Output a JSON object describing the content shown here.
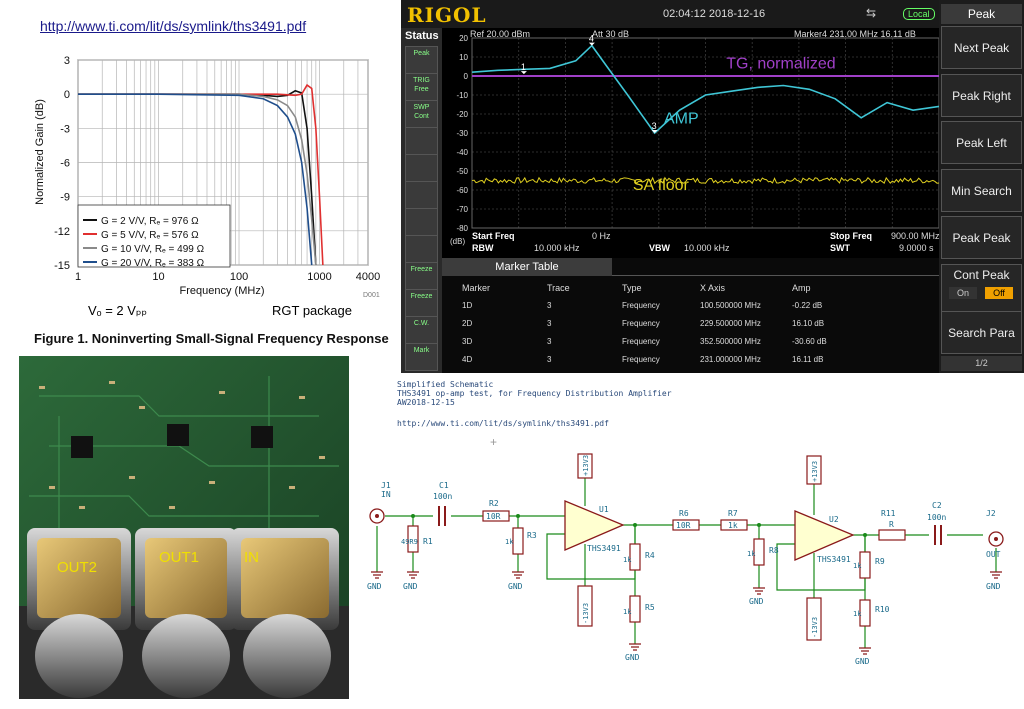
{
  "datasheet": {
    "url": "http://www.ti.com/lit/ds/symlink/ths3491.pdf",
    "ylabel": "Normalized Gain (dB)",
    "xlabel": "Frequency (MHz)",
    "yticks": [
      "3",
      "0",
      "-3",
      "-6",
      "-9",
      "-12",
      "-15"
    ],
    "xticks": [
      "1",
      "10",
      "100",
      "1000",
      "4000"
    ],
    "legend": [
      {
        "label": "G = 2 V/V, Rₑ = 976 Ω",
        "color": "#111111"
      },
      {
        "label": "G = 5 V/V, Rₑ = 576 Ω",
        "color": "#e03030"
      },
      {
        "label": "G = 10 V/V, Rₑ = 499 Ω",
        "color": "#8a8a8a"
      },
      {
        "label": "G = 20 V/V, Rₑ = 383 Ω",
        "color": "#1f4e8c"
      }
    ],
    "vo_text": "Vₒ = 2 Vₚₚ",
    "package_text": "RGT package",
    "fig_id": "D001",
    "caption": "Figure 1. Noninverting Small-Signal Frequency Response"
  },
  "chart_data": {
    "type": "line",
    "title": "",
    "xlabel": "Frequency (MHz)",
    "ylabel": "Normalized Gain (dB)",
    "xscale": "log",
    "xlim": [
      1,
      4000
    ],
    "ylim": [
      -15,
      3
    ],
    "grid": true,
    "legend_position": "bottom-left",
    "series": [
      {
        "name": "G = 2 V/V, RF = 976 Ω",
        "x": [
          1,
          10,
          100,
          200,
          300,
          400,
          500,
          600,
          700,
          800,
          900
        ],
        "y": [
          0,
          0,
          0,
          -0.1,
          -0.2,
          -0.1,
          0.3,
          0.1,
          -3,
          -9,
          -15
        ]
      },
      {
        "name": "G = 5 V/V, RF = 576 Ω",
        "x": [
          1,
          10,
          100,
          300,
          500,
          600,
          700,
          800,
          900,
          1000,
          1100
        ],
        "y": [
          0,
          0,
          0,
          0,
          -0.1,
          0,
          0.8,
          0.5,
          -3,
          -9,
          -15
        ]
      },
      {
        "name": "G = 10 V/V, RF = 499 Ω",
        "x": [
          1,
          10,
          100,
          200,
          300,
          400,
          500,
          600,
          700,
          800,
          900
        ],
        "y": [
          0,
          0,
          0,
          -0.2,
          -0.5,
          -1,
          -2,
          -4,
          -7,
          -11,
          -15
        ]
      },
      {
        "name": "G = 20 V/V, RF = 383 Ω",
        "x": [
          1,
          10,
          100,
          200,
          300,
          400,
          500,
          600,
          700,
          800
        ],
        "y": [
          0,
          0,
          -0.1,
          -0.4,
          -1,
          -2,
          -3.5,
          -6,
          -10,
          -15
        ]
      }
    ]
  },
  "analyzer": {
    "brand": "RIGOL",
    "datetime": "02:04:12 2018-12-16",
    "local_label": "Local",
    "status_label": "Status",
    "ref": "Ref  20.00 dBm",
    "att": "Att      30 dB",
    "marker_readout": "Marker4   231.00 MHz    16.11 dB",
    "yticks": [
      "20",
      "10",
      "0",
      "-10",
      "-20",
      "-30",
      "-40",
      "-50",
      "-60",
      "-70",
      "-80"
    ],
    "unit_label": "(dB)",
    "start_freq_label": "Start Freq",
    "start_freq": "0 Hz",
    "stop_freq_label": "Stop Freq",
    "stop_freq": "900.00 MHz",
    "rbw_label": "RBW",
    "rbw": "10.000 kHz",
    "vbw_label": "VBW",
    "vbw": "10.000 kHz",
    "swt_label": "SWT",
    "swt": "9.0000 s",
    "annotations": {
      "tg": "TG, normalized",
      "amp": "AMP",
      "floor": "SA floor"
    },
    "marker_flags": [
      "1",
      "4",
      "3"
    ],
    "left_buttons": [
      "Peak",
      "TRIG Free",
      "SWP Cont",
      "",
      "",
      "",
      "",
      "",
      "Freeze",
      "Freeze",
      "C.W.",
      "Mark"
    ],
    "menu_title": "Peak",
    "menu": [
      "Next Peak",
      "Peak Right",
      "Peak Left",
      "Min Search",
      "Peak Peak",
      "Cont Peak",
      "Search Para"
    ],
    "cont_on": "On",
    "cont_off": "Off",
    "page": "1/2",
    "marker_table": {
      "title": "Marker Table",
      "headers": [
        "Marker",
        "Trace",
        "Type",
        "X Axis",
        "Amp"
      ],
      "rows": [
        [
          "1D",
          "3",
          "Frequency",
          "100.500000 MHz",
          "-0.22 dB"
        ],
        [
          "2D",
          "3",
          "Frequency",
          "229.500000 MHz",
          "16.10 dB"
        ],
        [
          "3D",
          "3",
          "Frequency",
          "352.500000 MHz",
          "-30.60 dB"
        ],
        [
          "4D",
          "3",
          "Frequency",
          "231.000000 MHz",
          "16.11 dB"
        ]
      ]
    },
    "colors": {
      "amp": "#3fc6d6",
      "tg": "#a040c8",
      "floor": "#e0d020"
    }
  },
  "photo": {
    "labels": [
      "OUT2",
      "OUT1",
      "IN"
    ]
  },
  "schematic": {
    "title": "Simplified Schematic",
    "subtitle": "THS3491 op-amp test, for Frequency Distribution Amplifier",
    "author": "AW2018-12-15",
    "url": "http://www.ti.com/lit/ds/symlink/ths3491.pdf",
    "labels": {
      "j1": "J1",
      "in": "IN",
      "c1": "C1",
      "c1v": "100n",
      "r2": "R2",
      "r2v": "10R",
      "r1": "R1",
      "r1v": "49R9",
      "r3": "R3",
      "r3v": "1k",
      "u1": "U1",
      "u1p": "THS3491",
      "r4": "R4",
      "r4v": "1k",
      "r5": "R5",
      "r5v": "1k",
      "r6": "R6",
      "r6v": "10R",
      "r7": "R7",
      "r7v": "1k",
      "r8": "R8",
      "r8v": "1k",
      "u2": "U2",
      "u2p": "THS3491",
      "r9": "R9",
      "r9v": "1k",
      "r10": "R10",
      "r10v": "1k",
      "r11": "R11",
      "r11v": "R",
      "c2": "C2",
      "c2v": "100n",
      "j2": "J2",
      "out": "OUT",
      "p13": "+13V3",
      "m13": "-13V3",
      "gnd": "GND"
    }
  }
}
